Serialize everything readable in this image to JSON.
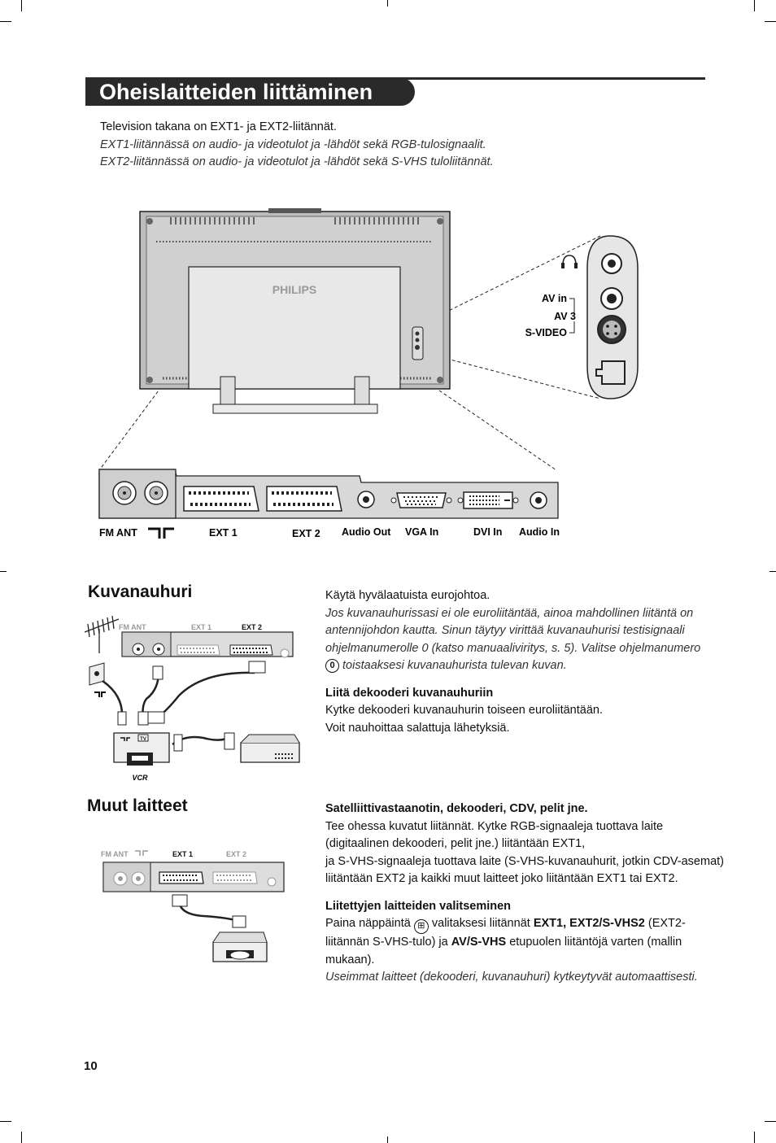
{
  "header": {
    "title": "Oheislaitteiden liittäminen"
  },
  "intro": {
    "line1": "Television takana on EXT1- ja EXT2-liitännät.",
    "line2": "EXT1-liitännässä on audio- ja videotulot ja -lähdöt sekä RGB-tulosignaalit.",
    "line3": "EXT2-liitännässä on audio- ja videotulot ja -lähdöt sekä S-VHS tuloliitännät."
  },
  "tv_diagram": {
    "brand": "PHILIPS",
    "side_labels": {
      "av_in": "AV in",
      "av3": "AV 3",
      "svideo": "S-VIDEO"
    },
    "panel_labels": [
      "FM ANT",
      "EXT 1",
      "EXT 2",
      "Audio Out",
      "VGA In",
      "DVI In",
      "Audio In"
    ]
  },
  "vcr_section": {
    "heading": "Kuvanauhuri",
    "diagram_labels": {
      "fm_ant": "FM ANT",
      "ext1": "EXT 1",
      "ext2": "EXT 2",
      "tv": "TV",
      "vcr": "VCR"
    },
    "p1": "Käytä hyvälaatuista eurojohtoa.",
    "p2_a": "Jos kuvanauhurissasi ei ole euroliitäntää, ainoa mahdollinen liitäntä on antennijohdon kautta. Sinun täytyy virittää kuvanauhurisi testisignaali ohjelmanumerolle 0 (katso manuaaliviritys, s. 5). Valitse ohjelmanumero",
    "key_zero": "0",
    "p2_b": "toistaaksesi kuvanauhurista tulevan kuvan.",
    "subheading": "Liitä dekooderi kuvanauhuriin",
    "p3_1": "Kytke dekooderi kuvanauhurin toiseen euroliitäntään.",
    "p3_2": "Voit nauhoittaa salattuja lähetyksiä."
  },
  "other_section": {
    "heading": "Muut laitteet",
    "diagram_labels": {
      "fm_ant": "FM ANT",
      "ext1": "EXT 1",
      "ext2": "EXT 2"
    },
    "subheading1": "Satelliittivastaanotin, dekooderi, CDV, pelit jne.",
    "p1": "Tee ohessa kuvatut liitännät. Kytke RGB-signaaleja tuottava laite (digitaalinen dekooderi, pelit jne.) liitäntään EXT1,",
    "p1b": "ja S-VHS-signaaleja tuottava laite (S-VHS-kuvanauhurit, jotkin CDV-asemat) liitäntään EXT2 ja kaikki muut laitteet joko liitäntään EXT1 tai EXT2.",
    "subheading2": "Liitettyjen laitteiden valitseminen",
    "p2_a": "Paina näppäintä",
    "p2_b": "valitaksesi liitännät",
    "p2_bold1": "EXT1, EXT2/S-VHS2",
    "p2_c": "(EXT2-liitännän S-VHS-tulo) ja",
    "p2_bold2": "AV/S-VHS",
    "p2_d": "etupuolen liitäntöjä varten (mallin mukaan).",
    "note": "Useimmat laitteet (dekooderi, kuvanauhuri) kytkeytyvät automaattisesti."
  },
  "footer": {
    "page_number": "10"
  }
}
